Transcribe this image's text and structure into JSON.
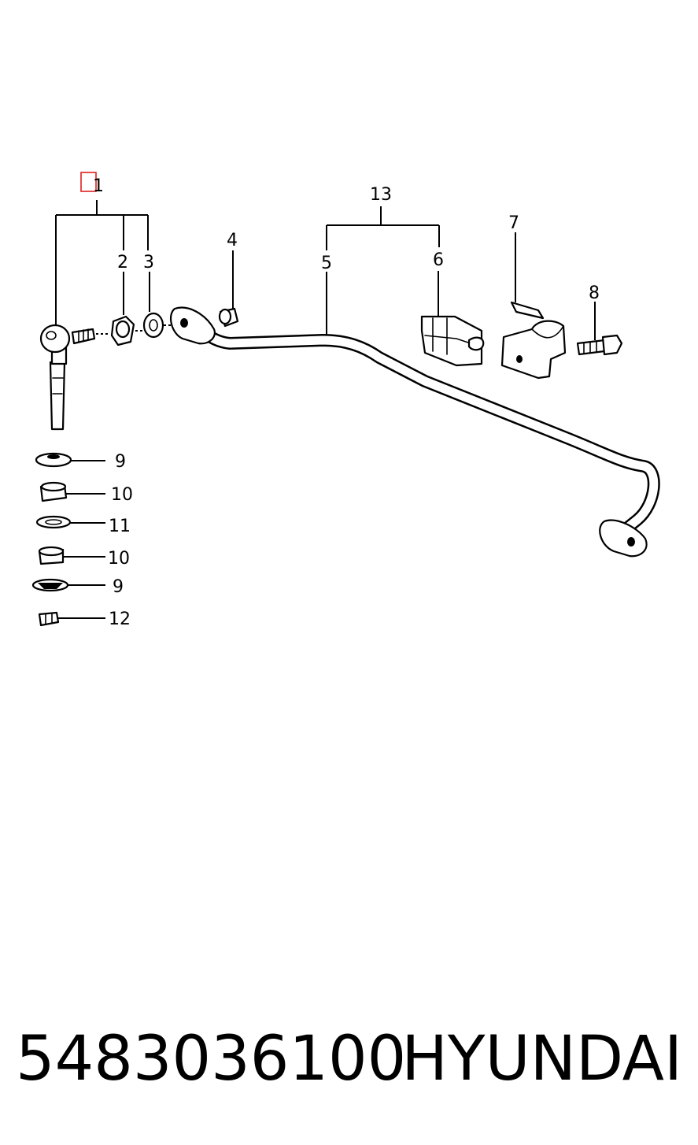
{
  "callouts": {
    "c1": "1",
    "c2": "2",
    "c3": "3",
    "c4": "4",
    "c5": "5",
    "c6": "6",
    "c7": "7",
    "c8": "8",
    "c13": "13",
    "c9a": "9",
    "c10a": "10",
    "c11": "11",
    "c10b": "10",
    "c9b": "9",
    "c12": "12"
  },
  "footer": {
    "part_number": "5483036100",
    "brand": "HYUNDAI"
  },
  "colors": {
    "line": "#000000",
    "background": "#ffffff",
    "highlight_box": "#e02020"
  }
}
